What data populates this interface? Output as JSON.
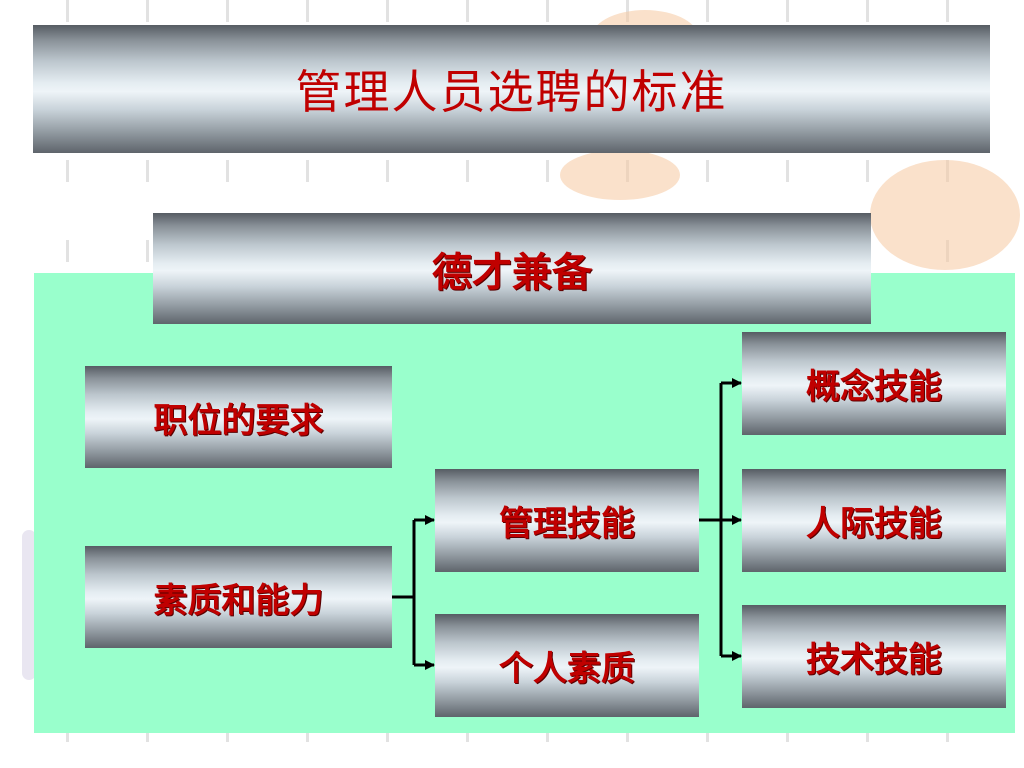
{
  "title": "管理人员选聘的标准",
  "banner": "德才兼备",
  "nodes": {
    "job_requirements": "职位的要求",
    "qualities_abilities": "素质和能力",
    "management_skills": "管理技能",
    "personal_qualities": "个人素质",
    "conceptual_skills": "概念技能",
    "interpersonal_skills": "人际技能",
    "technical_skills": "技术技能"
  },
  "colors": {
    "text": "#c00000",
    "panel": "#99ffcc",
    "connector": "#000000"
  }
}
